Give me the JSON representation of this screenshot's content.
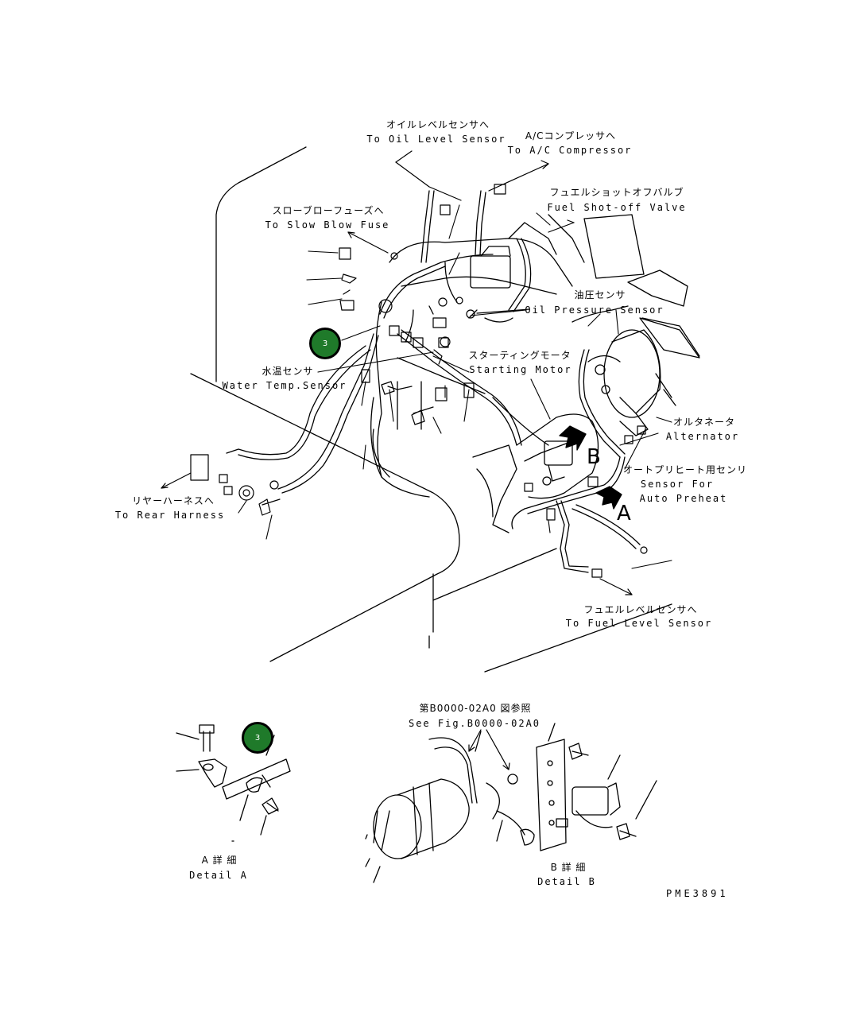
{
  "labels": {
    "oil_level_jp": "オイルレベルセンサへ",
    "oil_level_en": "To Oil Level Sensor",
    "ac_jp": "A/Cコンプレッサへ",
    "ac_en": "To A/C Compressor",
    "fuel_shutoff_jp": "フュエルショットオフバルブ",
    "fuel_shutoff_en": "Fuel Shot-off Valve",
    "slow_blow_jp": "スローブローフューズへ",
    "slow_blow_en": "To Slow Blow Fuse",
    "oil_pressure_jp": "油圧センサ",
    "oil_pressure_en": "Oil Pressure Sensor",
    "starting_motor_jp": "スターティングモータ",
    "starting_motor_en": "Starting Motor",
    "water_temp_jp": "水温センサ",
    "water_temp_en": "Water Temp.Sensor",
    "alternator_jp": "オルタネータ",
    "alternator_en": "Alternator",
    "auto_preheat_jp": "オートプリヒート用センリ",
    "auto_preheat_en1": "Sensor For",
    "auto_preheat_en2": "Auto Preheat",
    "rear_harness_jp": "リヤーハーネスへ",
    "rear_harness_en": "To Rear Harness",
    "fuel_level_jp": "フュエルレベルセンサへ",
    "fuel_level_en": "To Fuel Level Sensor",
    "see_fig_jp": "第B0000-02A0 図参照",
    "see_fig_en": "See Fig.B0000-02A0",
    "detail_a_jp": "A 詳 細",
    "detail_a_en": "Detail A",
    "detail_b_jp": "B 詳 細",
    "detail_b_en": "Detail B",
    "marker_a": "A",
    "marker_b": "B",
    "part_code": "PME3891"
  },
  "callouts": [
    {
      "number": "3"
    },
    {
      "number": "3"
    }
  ],
  "colors": {
    "callout_fill": "#1f7a2a",
    "line": "#000000",
    "background": "#ffffff"
  }
}
